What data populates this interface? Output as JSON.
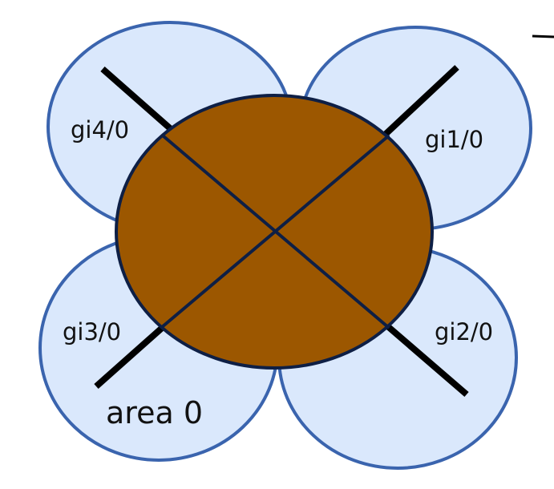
{
  "colors": {
    "lobe_fill": "#dae8fc",
    "lobe_stroke": "#3a64ae",
    "core_fill": "#9c5700",
    "core_stroke": "#0e1f45",
    "link_color": "#000000"
  },
  "interfaces": {
    "top_left": "gi4/0",
    "top_right": "gi1/0",
    "bottom_left": "gi3/0",
    "bottom_right": "gi2/0"
  },
  "area_label": "area 0"
}
